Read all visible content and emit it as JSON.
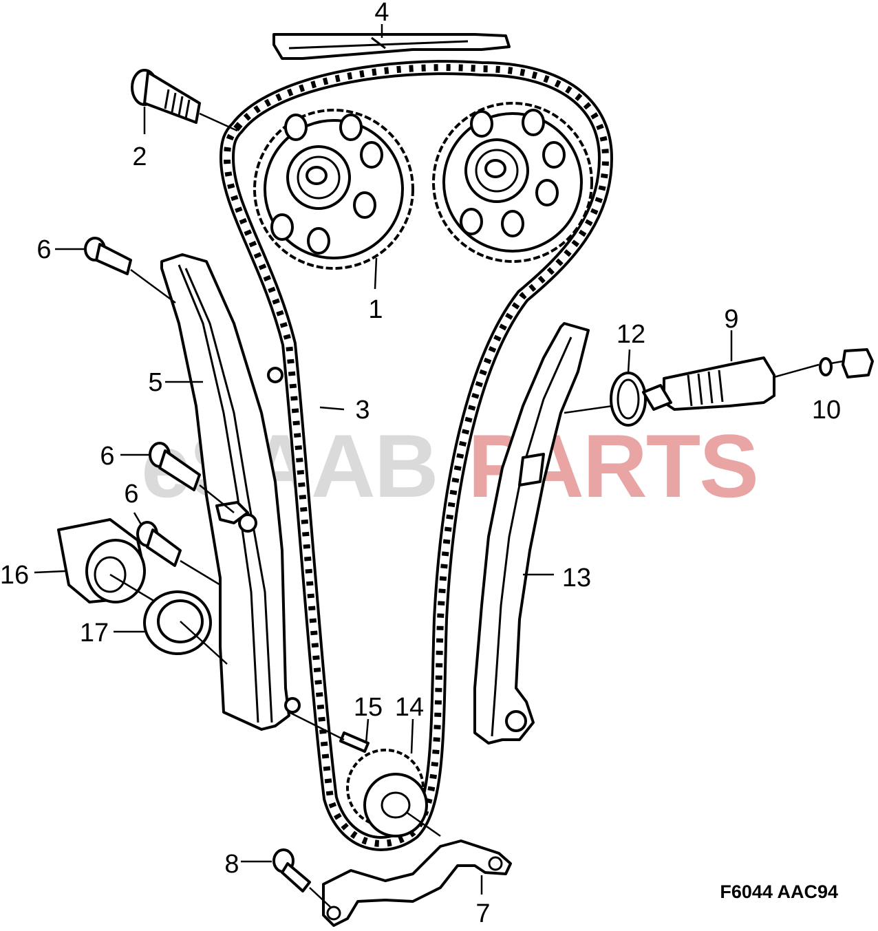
{
  "diagram": {
    "figure_code": "F6044 AAC94",
    "watermark": {
      "left": "eSAAB",
      "right": "PARTS",
      "left_color": "#d9d9d9",
      "right_color": "#e8a0a0"
    },
    "callouts": [
      "1",
      "2",
      "3",
      "4",
      "5",
      "6",
      "6",
      "6",
      "7",
      "8",
      "9",
      "10",
      "12",
      "13",
      "14",
      "15",
      "16",
      "17"
    ]
  }
}
